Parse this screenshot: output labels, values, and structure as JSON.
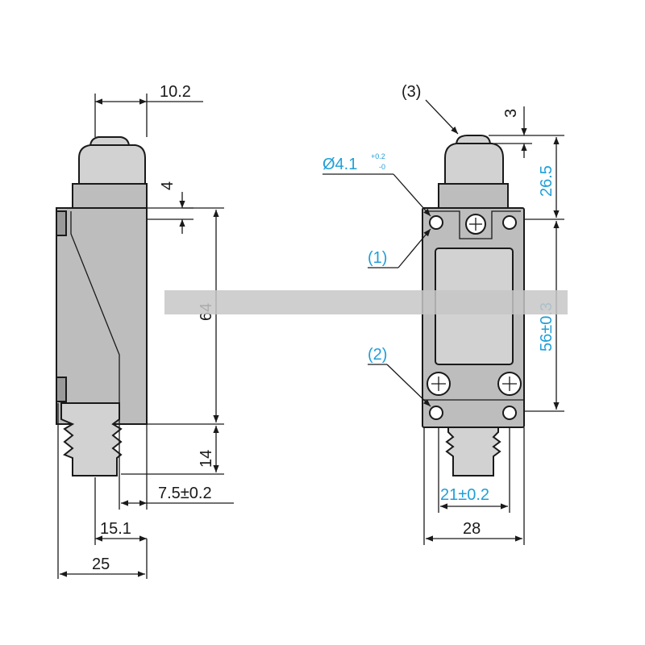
{
  "side_view": {
    "dim_top_width": "10.2",
    "dim_plunger_offset": "4",
    "dim_body_height": "64",
    "dim_boot_height": "14",
    "dim_boot_offset": "7.5±0.2",
    "dim_boot_width": "15.1",
    "dim_total_width": "25"
  },
  "front_view": {
    "callout_3": "(3)",
    "dim_plunger_top": "3",
    "hole_dia": "Ø4.1",
    "hole_tol_plus": "+0.2",
    "hole_tol_minus": "-0",
    "callout_1": "(1)",
    "callout_2": "(2)",
    "dim_plunger_height": "26.5",
    "dim_hole_spacing_v": "56±0.3",
    "dim_hole_spacing_h": "21±0.2",
    "dim_body_width": "28"
  },
  "colors": {
    "dimension_black": "#1a1a1a",
    "dimension_blue": "#1f9fd8",
    "body_gray": "#bdbdbd",
    "dark_gray": "#9a9a9a",
    "overlay_band": "#c7c7c7"
  }
}
